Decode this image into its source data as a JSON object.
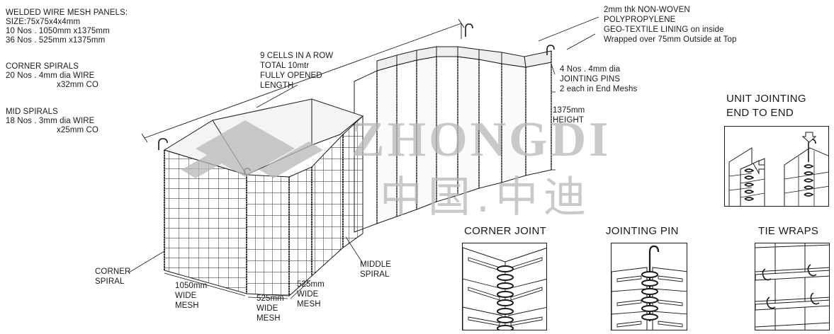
{
  "panels_spec": {
    "heading": "WELDED WIRE MESH PANELS:",
    "size": "SIZE:75x75x4x4mm",
    "qty1": "10 Nos . 1050mm x1375mm",
    "qty2": "36 Nos . 525mm x1375mm"
  },
  "corner_spirals_spec": {
    "heading": "CORNER SPIRALS",
    "line1": "20 Nos . 4mm dia WIRE",
    "line2": "x32mm CO"
  },
  "mid_spirals_spec": {
    "heading": "MID SPIRALS",
    "line1": "18 Nos . 3mm dia WIRE",
    "line2": "x25mm CO"
  },
  "cells_note": {
    "line1": "9 CELLS IN A ROW",
    "line2": "TOTAL 10mtr",
    "line3": "FULLY OPENED",
    "line4": "LENGTH"
  },
  "geotextile_note": {
    "line1": "2mm thk NON-WOVEN",
    "line2": "POLYPROPYLENE",
    "line3": "GEO-TEXTILE LINING on inside",
    "line4": "Wrapped over 75mm Outside at Top"
  },
  "pins_note": {
    "line1": "4 Nos . 4mm dia",
    "line2": "JOINTING PINS",
    "line3": "2 each in End Meshs"
  },
  "height_note": {
    "value": "1375mm",
    "label": "HEIGHT"
  },
  "corner_spiral_label": {
    "line1": "CORNER",
    "line2": "SPIRAL"
  },
  "middle_spiral_label": {
    "line1": "MIDDLE",
    "line2": "SPIRAL"
  },
  "mesh_1050": {
    "line1": "1050mm",
    "line2": "WIDE",
    "line3": "MESH"
  },
  "mesh_525_a": {
    "line1": "525mm",
    "line2": "WIDE",
    "line3": "MESH"
  },
  "mesh_525_b": {
    "line1": "525mm",
    "line2": "WIDE",
    "line3": "MESH"
  },
  "details": {
    "unit_jointing": {
      "line1": "UNIT JOINTING",
      "line2": "END TO END"
    },
    "corner_joint": "CORNER JOINT",
    "jointing_pin": "JOINTING PIN",
    "tie_wraps": "TIE WRAPS"
  },
  "watermark": {
    "latin": "ZHONGDI",
    "cjk": "中国.中迪"
  },
  "colors": {
    "ink": "#1a1a1a",
    "watermark": "#b8b8b8",
    "background": "#ffffff"
  }
}
